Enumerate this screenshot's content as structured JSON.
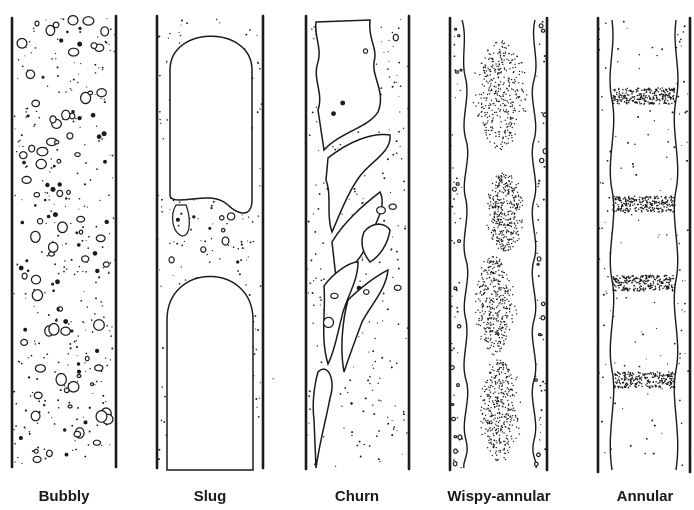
{
  "figure": {
    "panels": [
      {
        "id": "bubbly",
        "label": "Bubbly"
      },
      {
        "id": "slug",
        "label": "Slug"
      },
      {
        "id": "churn",
        "label": "Churn"
      },
      {
        "id": "wispy",
        "label": "Wispy-annular"
      },
      {
        "id": "annular",
        "label": "Annular"
      }
    ]
  },
  "colors": {
    "ink": "#1a1a1a",
    "paper": "#ffffff"
  }
}
